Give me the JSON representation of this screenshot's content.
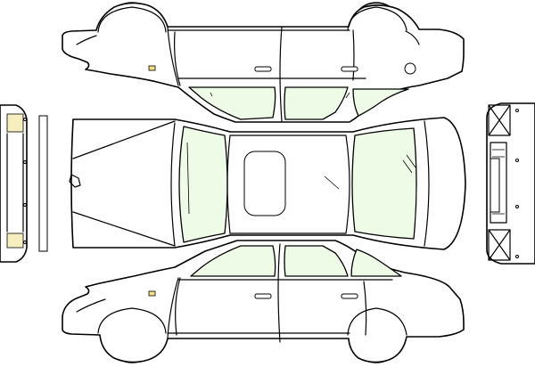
{
  "colors": {
    "outline": "#000000",
    "body": "#ffffff",
    "glass": "#eefbe6",
    "tire": "#c4c4c4",
    "indicator": "#f5e08a",
    "bumper": "#f7eec0",
    "background": "#ffffff"
  },
  "views": [
    "side-left-view",
    "top-view",
    "side-right-view",
    "rear-view",
    "front-view"
  ]
}
